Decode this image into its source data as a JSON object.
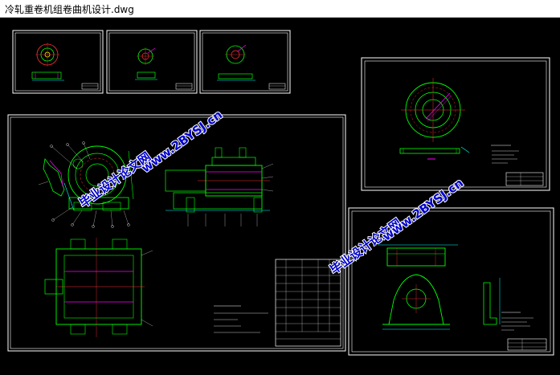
{
  "window": {
    "title": "冷轧重卷机组卷曲机设计.dwg"
  },
  "watermark": {
    "cn": "毕业设计论文网",
    "url": "www.2BYSJ.cn"
  },
  "colors": {
    "background": "#000000",
    "frame": "#ffffff",
    "geometry": "#00ff00",
    "hidden": "#ff3333",
    "accent": "#ff00ff",
    "dimension": "#00ffff",
    "watermark": "#0000cc",
    "watermark_shadow": "#ffffff"
  }
}
